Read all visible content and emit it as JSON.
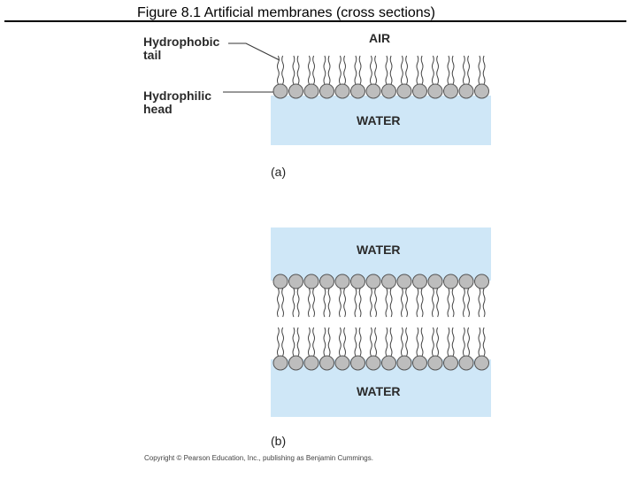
{
  "title": "Figure 8.1  Artificial membranes (cross sections)",
  "labels": {
    "hydrophobic_tail": [
      "Hydrophobic",
      "tail"
    ],
    "hydrophilic_head": [
      "Hydrophilic",
      "head"
    ],
    "air": "AIR",
    "water": "WATER"
  },
  "panels": [
    "(a)",
    "(b)"
  ],
  "copyright": "Copyright © Pearson Education, Inc., publishing as Benjamin Cummings.",
  "colors": {
    "water": "#cfe7f7",
    "head": "#bdbdbd",
    "head_stroke": "#555555",
    "tail": "#444444"
  },
  "molecule_count_per_row": 14
}
